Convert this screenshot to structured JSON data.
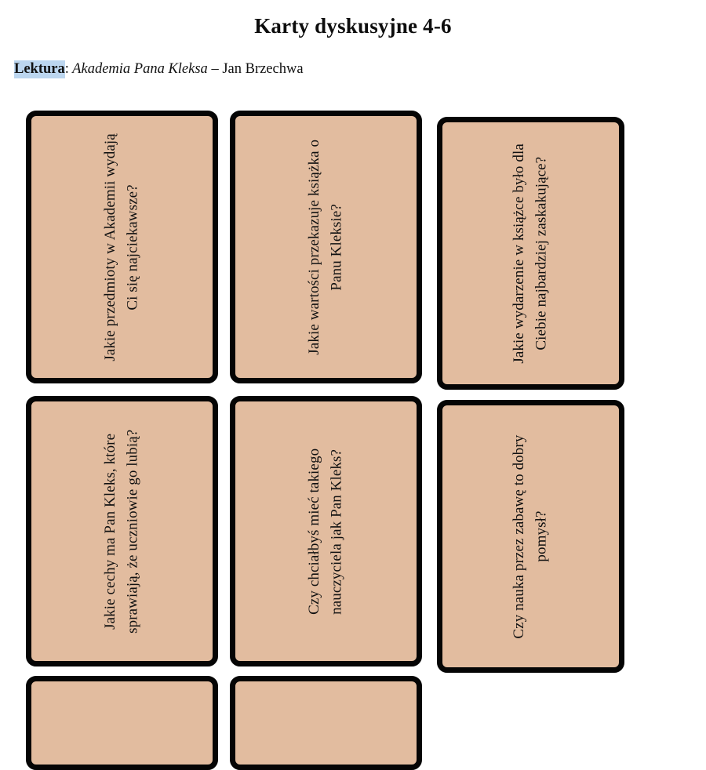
{
  "document": {
    "title": "Karty dyskusyjne 4-6",
    "lektura": {
      "label": "Lektura",
      "colon": ":",
      "book": " Akademia Pana Kleksa ",
      "author": "– Jan Brzechwa",
      "highlight_color": "#bcd6ef"
    }
  },
  "style": {
    "card_fill": "#e2bc9f",
    "card_border": "#050505",
    "text_color": "#111111",
    "page_background": "#ffffff"
  },
  "cards": [
    {
      "id": 1,
      "text": "Jakie przedmioty w Akademii wydają Ci się najciekawsze?"
    },
    {
      "id": 2,
      "text": "Jakie wartości przekazuje książka o Panu Kleksie?"
    },
    {
      "id": 3,
      "text": "Jakie wydarzenie w książce było dla Ciebie najbardziej zaskakujące?"
    },
    {
      "id": 4,
      "text": "Jakie cechy ma Pan Kleks, które sprawiają, że uczniowie go lubią?"
    },
    {
      "id": 5,
      "text": "Czy chciałbyś mieć takiego nauczyciela jak Pan Kleks?"
    },
    {
      "id": 6,
      "text": "Czy nauka przez zabawę to dobry pomysł?"
    },
    {
      "id": 7,
      "text": ""
    },
    {
      "id": 8,
      "text": ""
    }
  ]
}
